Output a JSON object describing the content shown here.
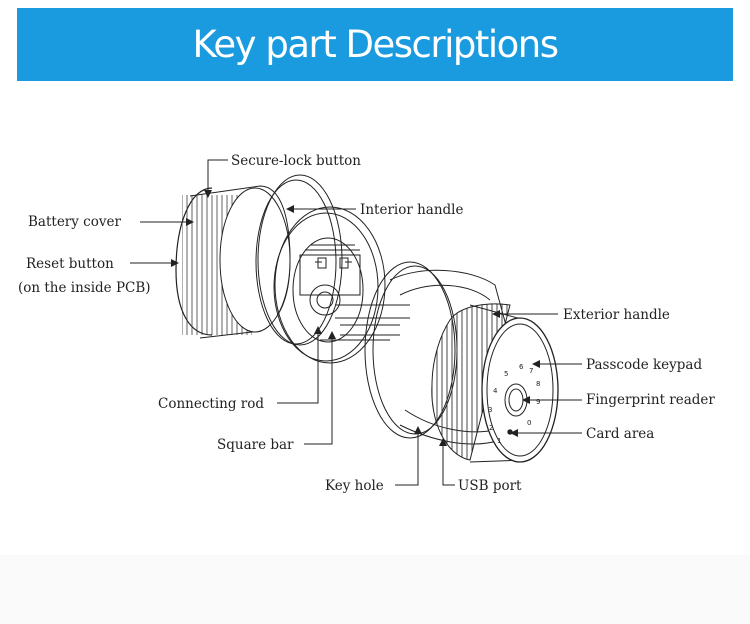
{
  "header": {
    "title": "Key part Descriptions"
  },
  "labels": {
    "secure_lock_button": "Secure-lock button",
    "interior_handle": "Interior handle",
    "battery_cover": "Battery cover",
    "reset_button_line1": "Reset button",
    "reset_button_line2": "(on the inside PCB)",
    "exterior_handle": "Exterior handle",
    "passcode_keypad": "Passcode keypad",
    "fingerprint_reader": "Fingerprint reader",
    "card_area": "Card area",
    "connecting_rod": "Connecting rod",
    "square_bar": "Square bar",
    "key_hole": "Key hole",
    "usb_port": "USB port"
  },
  "keypad_digits": [
    "6",
    "7",
    "8",
    "9",
    "0",
    "1",
    "2",
    "3",
    "4",
    "5"
  ],
  "colors": {
    "header_bg": "#1a9be0",
    "header_text": "#ffffff",
    "line": "#222222"
  }
}
